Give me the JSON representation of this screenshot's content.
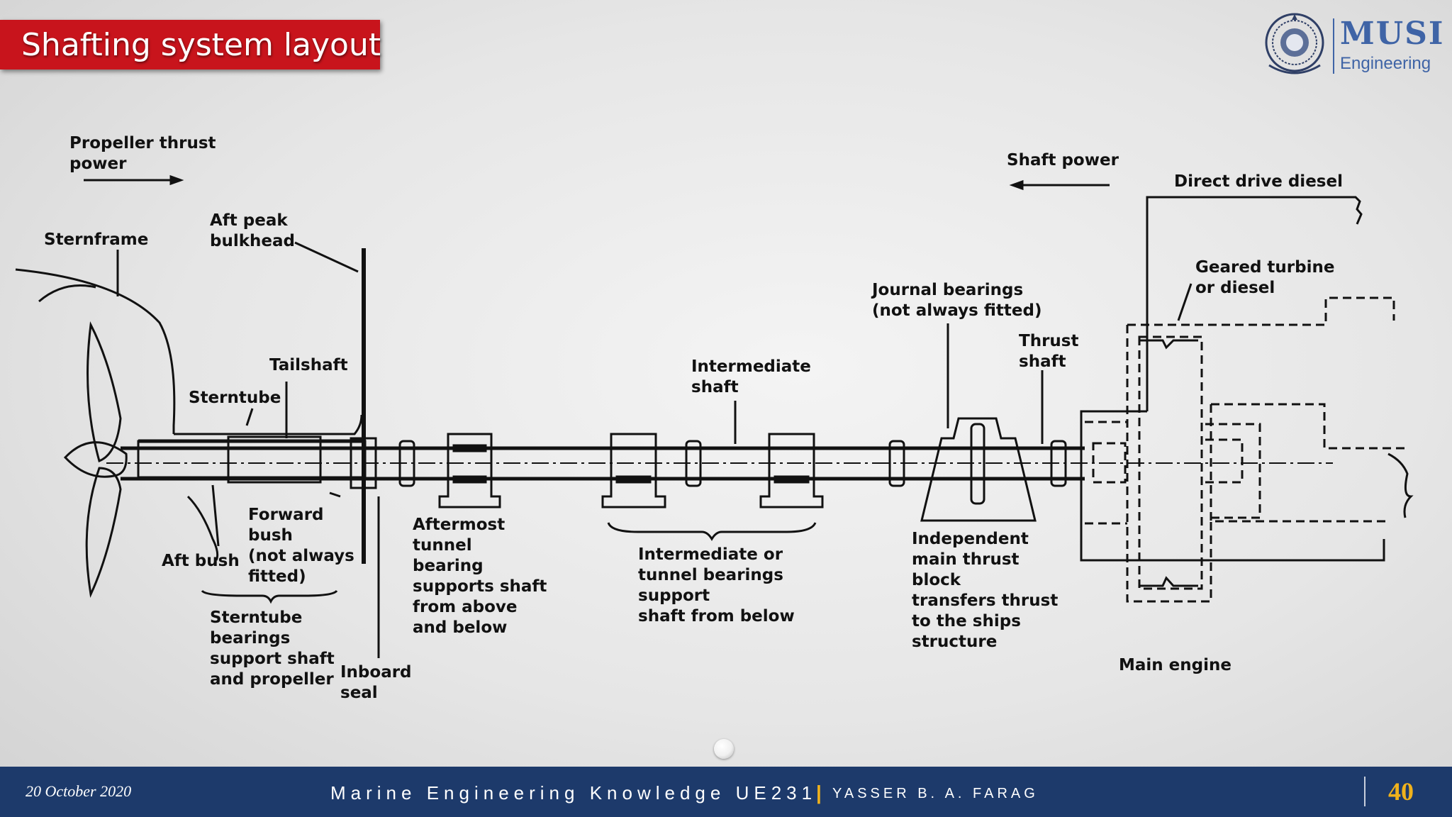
{
  "slide": {
    "title": "Shafting system layout"
  },
  "logo": {
    "name": "MUSI",
    "subtitle": "Engineering"
  },
  "diagram": {
    "labels": {
      "propeller_thrust_1": "Propeller thrust",
      "propeller_thrust_2": "power",
      "shaft_power": "Shaft power",
      "direct_drive_diesel": "Direct drive diesel",
      "geared_turbine_1": "Geared turbine",
      "geared_turbine_2": "or diesel",
      "sternframe": "Sternframe",
      "aft_peak_1": "Aft peak",
      "aft_peak_2": "bulkhead",
      "tailshaft": "Tailshaft",
      "sterntube": "Sterntube",
      "intermediate_shaft_1": "Intermediate",
      "intermediate_shaft_2": "shaft",
      "journal_bearings_1": "Journal bearings",
      "journal_bearings_2": "(not always fitted)",
      "thrust_shaft_1": "Thrust",
      "thrust_shaft_2": "shaft",
      "forward_bush_1": "Forward",
      "forward_bush_2": "bush",
      "forward_bush_3": "(not always",
      "forward_bush_4": "fitted)",
      "aft_bush": "Aft bush",
      "sterntube_bearings_1": "Sterntube",
      "sterntube_bearings_2": "bearings",
      "sterntube_bearings_3": "support shaft",
      "sterntube_bearings_4": "and propeller",
      "inboard_seal_1": "Inboard",
      "inboard_seal_2": "seal",
      "aftermost_1": "Aftermost",
      "aftermost_2": "tunnel",
      "aftermost_3": "bearing",
      "aftermost_4": "supports shaft",
      "aftermost_5": "from above",
      "aftermost_6": "and below",
      "intermediate_bearings_1": "Intermediate or",
      "intermediate_bearings_2": "tunnel bearings",
      "intermediate_bearings_3": "support",
      "intermediate_bearings_4": "shaft from below",
      "thrust_block_1": "Independent",
      "thrust_block_2": "main thrust",
      "thrust_block_3": "block",
      "thrust_block_4": "transfers thrust",
      "thrust_block_5": "to the ships",
      "thrust_block_6": "structure",
      "main_engine": "Main engine"
    }
  },
  "footer": {
    "date": "20 October 2020",
    "course": "Marine Engineering Knowledge UE231",
    "separator": "|",
    "author": "YASSER B. A. FARAG",
    "page": "40"
  }
}
